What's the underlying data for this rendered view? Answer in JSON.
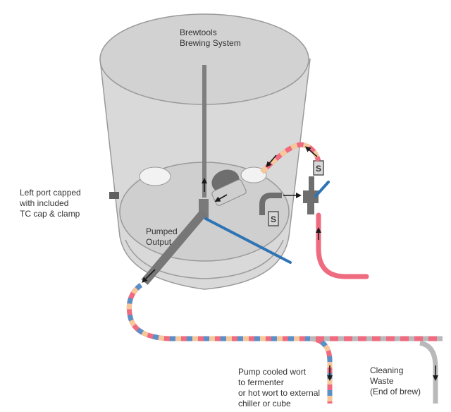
{
  "title": [
    "Brewtools",
    "Brewing System"
  ],
  "labels": {
    "left_port": [
      "Left port capped",
      "with included",
      "TC cap & clamp"
    ],
    "pumped_output": [
      "Pumped",
      "Output"
    ],
    "pump_wort": [
      "Pump cooled wort",
      "to fermenter",
      "or hot wort to external",
      "chiller or cube"
    ],
    "cleaning": [
      "Cleaning",
      "Waste",
      "(End of brew)"
    ]
  },
  "sensor_letter": "S",
  "colors": {
    "hot": "#ef6b80",
    "cold": "#5a8fc8",
    "warm": "#f6c79a",
    "waste": "#b9b9bb",
    "probe": "#2e74b5",
    "tank": "#dcdcdc",
    "tank_rim": "#9d9d9d",
    "fitting": "#6a6a6a"
  }
}
